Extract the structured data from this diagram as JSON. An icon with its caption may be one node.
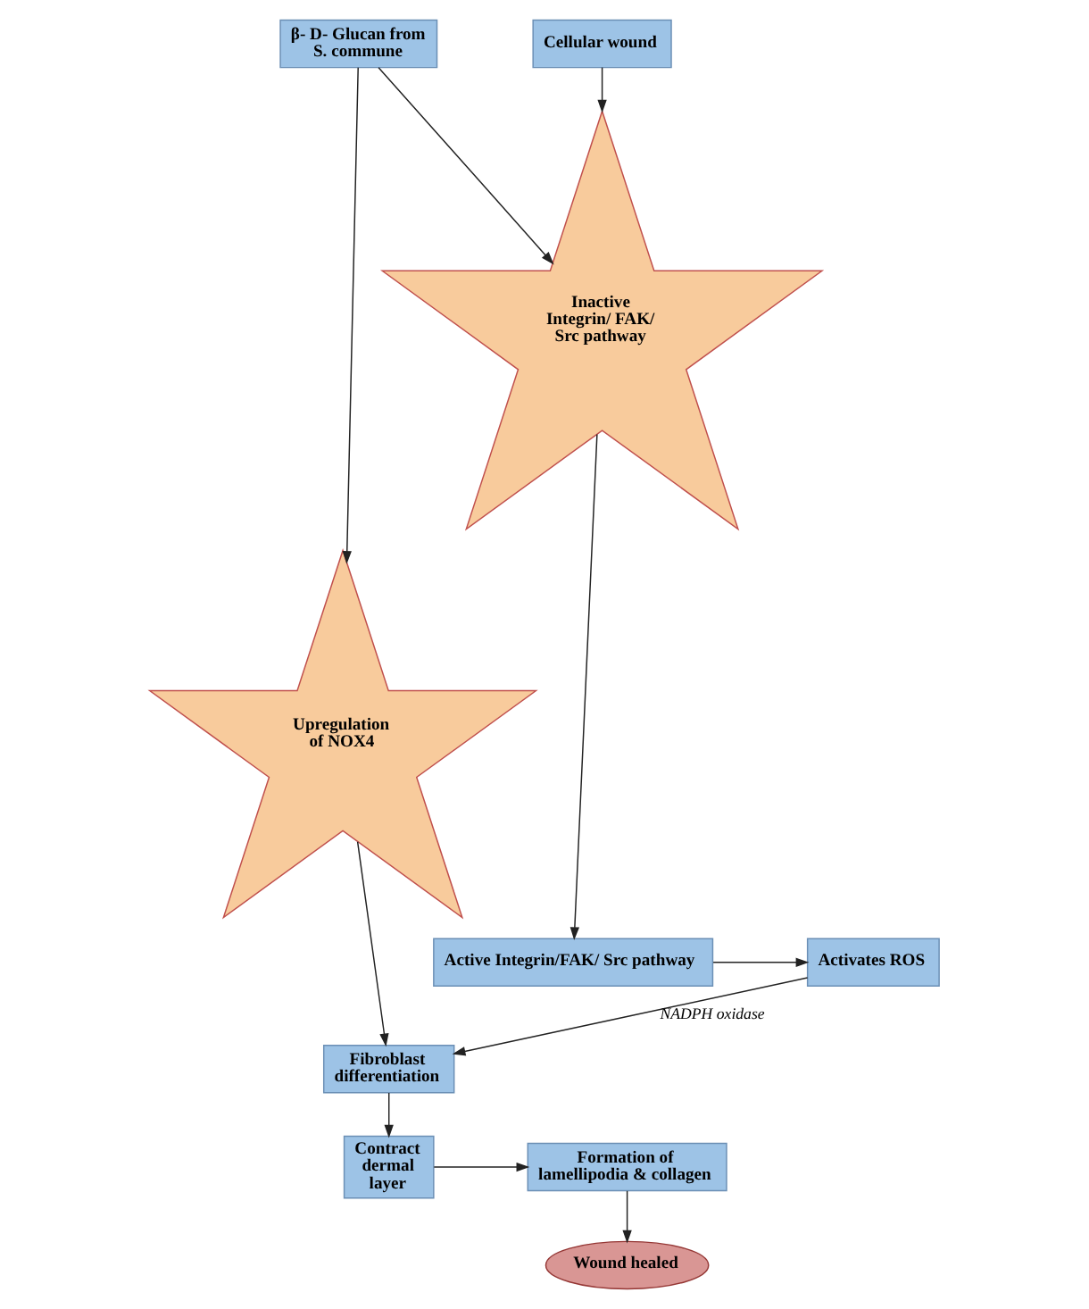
{
  "diagram": {
    "nodes": [
      {
        "text": [
          "β- D- Glucan from S. commune"
        ]
      },
      {
        "text": [
          "Cellular wound"
        ]
      },
      {
        "text": [
          "Upregulation of NOX4"
        ]
      },
      {
        "text": [
          "Inactive Integrin/ FAK/ Src pathway"
        ]
      },
      {
        "text": [
          "Activates ROS"
        ]
      },
      {
        "text": [
          "Active Integrin/FAK/ Src pathway"
        ]
      },
      {
        "text": [
          "Fibroblast differentiation"
        ]
      },
      {
        "text": [
          "Contract dermal layer"
        ]
      },
      {
        "text": [
          "Formation of lamellipodia & collagen"
        ]
      },
      {
        "text": [
          "Wound healed"
        ]
      }
    ],
    "edges": [
      {
        "from": 0,
        "to": 2,
        "arrow": "to"
      },
      {
        "from": 0,
        "to": 3,
        "arrow": "to"
      },
      {
        "from": 1,
        "to": 3,
        "arrow": "to"
      },
      {
        "from": 3,
        "to": 5,
        "arrow": "to"
      },
      {
        "from": 5,
        "to": 4,
        "arrow": "to"
      },
      {
        "from": 4,
        "to": 6,
        "arrow": "to",
        "label": "NADPH oxidase"
      },
      {
        "from": 2,
        "to": 6,
        "arrow": "to"
      },
      {
        "from": 6,
        "to": 7,
        "arrow": "to"
      },
      {
        "from": 7,
        "to": 8,
        "arrow": "to"
      },
      {
        "from": 8,
        "to": 9,
        "arrow": "to"
      }
    ]
  }
}
